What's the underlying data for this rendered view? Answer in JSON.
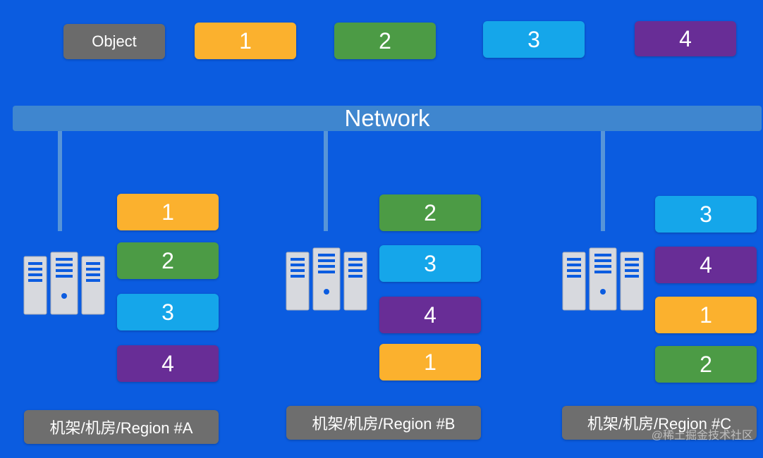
{
  "object_row": {
    "label": "Object",
    "blocks": [
      {
        "text": "1",
        "color": "#fbb12e"
      },
      {
        "text": "2",
        "color": "#4c9b45"
      },
      {
        "text": "3",
        "color": "#15a6ea"
      },
      {
        "text": "4",
        "color": "#682d96"
      }
    ]
  },
  "network": {
    "label": "Network"
  },
  "regions": [
    {
      "label": "机架/机房/Region #A",
      "blocks": [
        {
          "text": "1",
          "color": "#fbb12e"
        },
        {
          "text": "2",
          "color": "#4c9b45"
        },
        {
          "text": "3",
          "color": "#15a6ea"
        },
        {
          "text": "4",
          "color": "#682d96"
        }
      ]
    },
    {
      "label": "机架/机房/Region #B",
      "blocks": [
        {
          "text": "2",
          "color": "#4c9b45"
        },
        {
          "text": "3",
          "color": "#15a6ea"
        },
        {
          "text": "4",
          "color": "#682d96"
        },
        {
          "text": "1",
          "color": "#fbb12e"
        }
      ]
    },
    {
      "label": "机架/机房/Region #C",
      "blocks": [
        {
          "text": "3",
          "color": "#15a6ea"
        },
        {
          "text": "4",
          "color": "#682d96"
        },
        {
          "text": "1",
          "color": "#fbb12e"
        },
        {
          "text": "2",
          "color": "#4c9b45"
        }
      ]
    }
  ],
  "watermark": "@稀土掘金技术社区",
  "server_icon": "server-rack-icon",
  "colors": {
    "background": "#0b5ce0",
    "network_bar": "#3f86cf",
    "label_gray": "#6b6b6b"
  }
}
